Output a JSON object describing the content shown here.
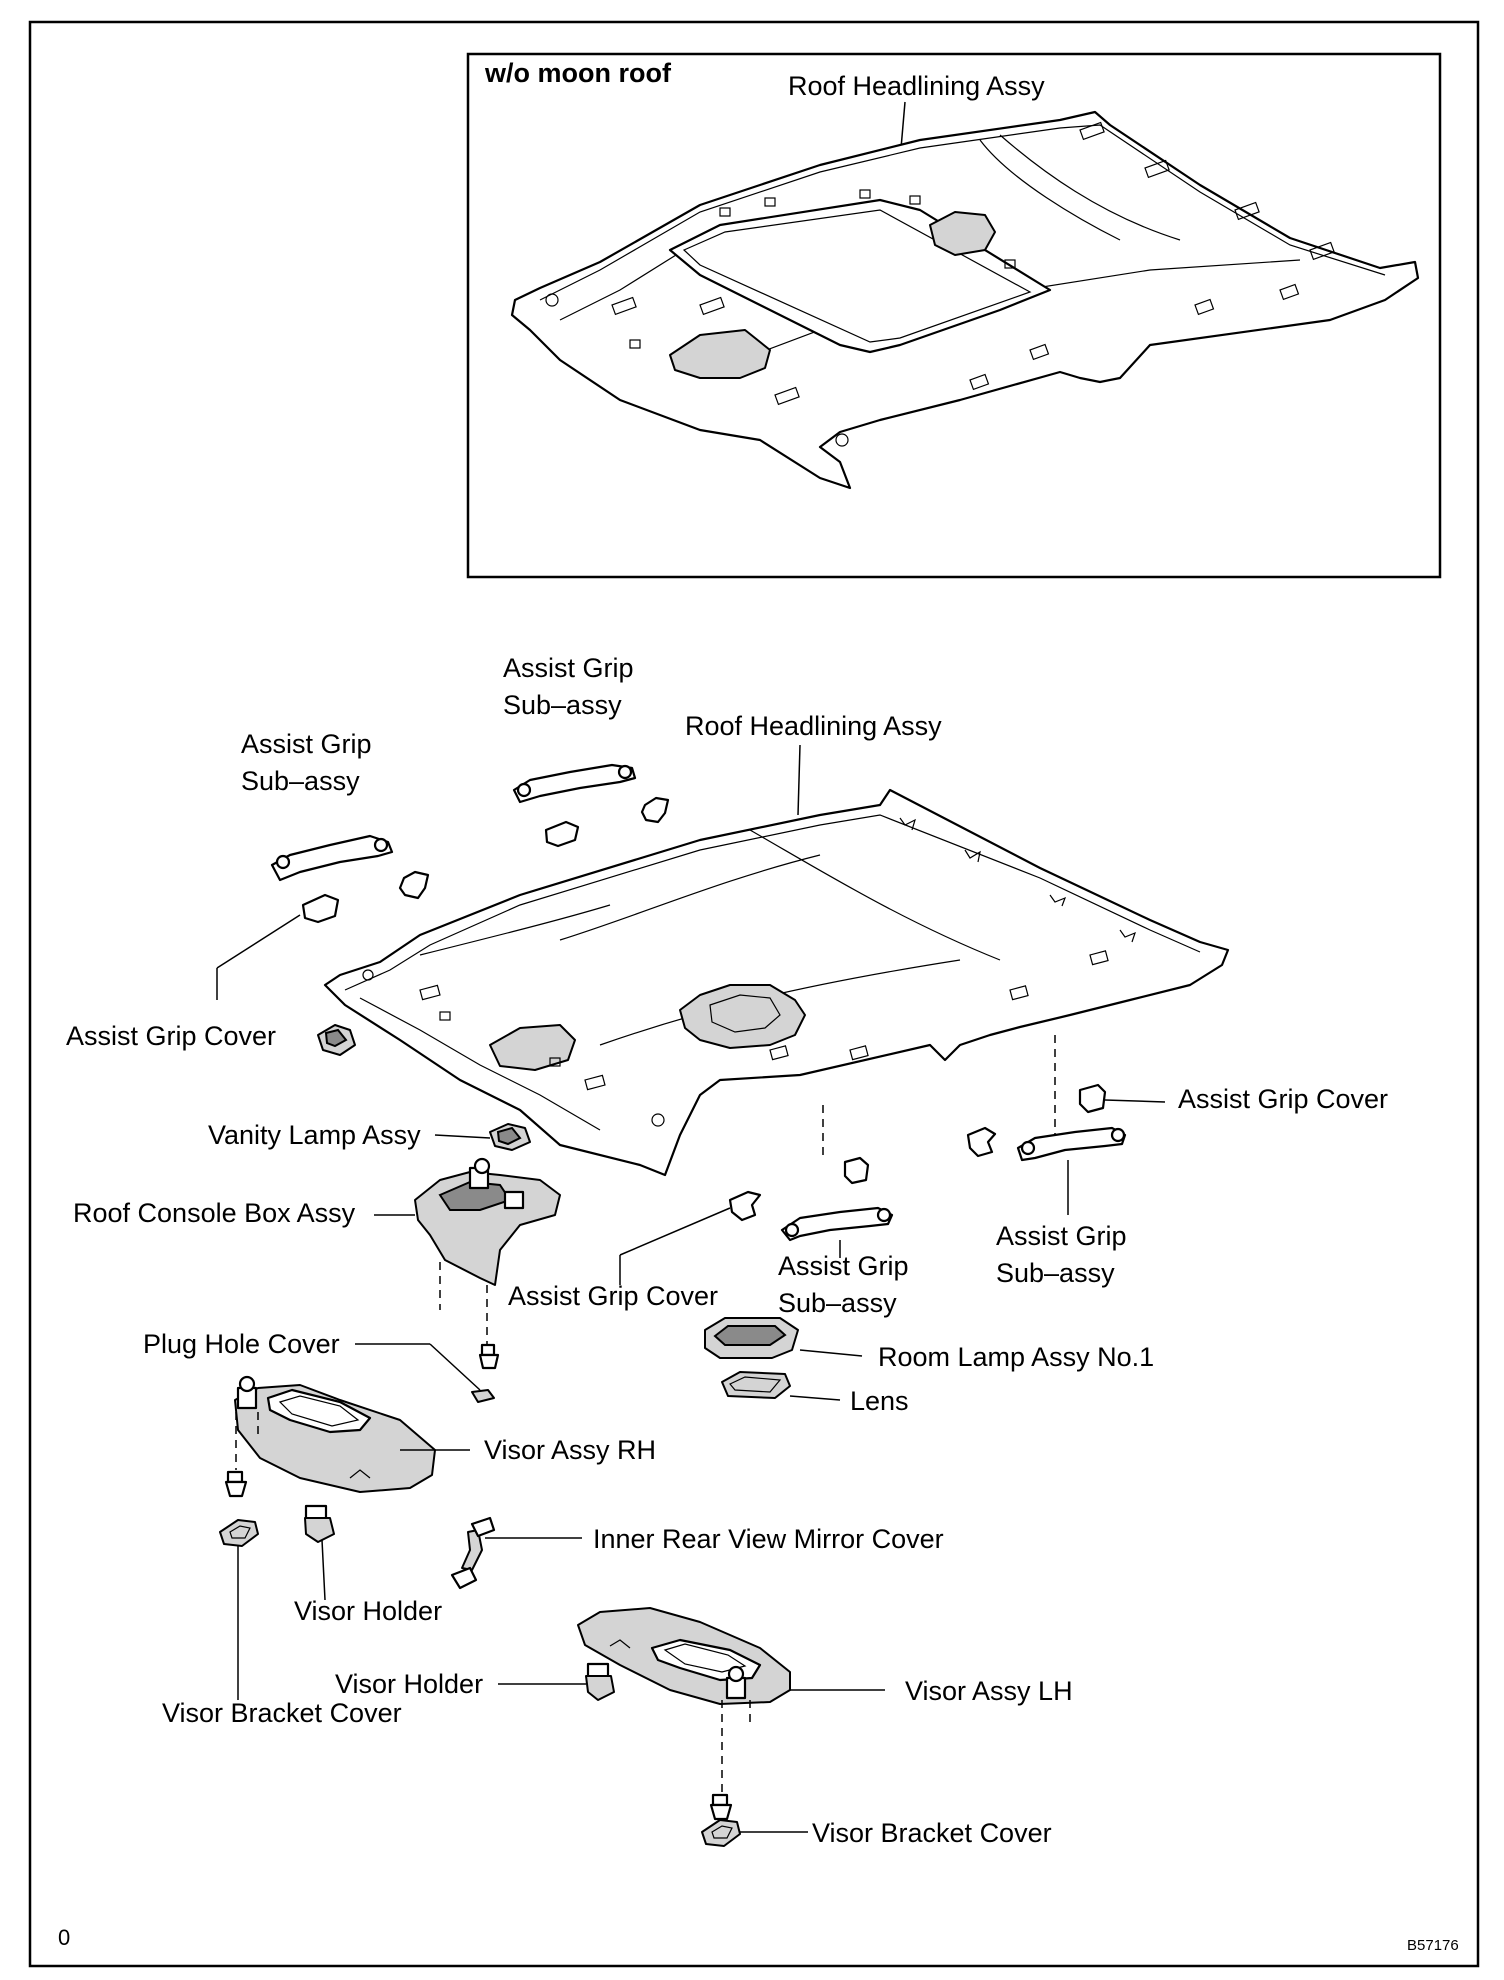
{
  "inset": {
    "title": "w/o moon roof",
    "label": "Roof Headlining Assy"
  },
  "labels": {
    "roof_headlining": "Roof Headlining Assy",
    "assist_grip_sub_left_1": "Assist Grip",
    "assist_grip_sub_left_2": "Sub–assy",
    "assist_grip_sub_mid_1": "Assist Grip",
    "assist_grip_sub_mid_2": "Sub–assy",
    "assist_grip_cover_left": "Assist Grip Cover",
    "vanity_lamp": "Vanity Lamp Assy",
    "roof_console": "Roof Console Box Assy",
    "assist_grip_cover_right": "Assist Grip Cover",
    "assist_grip_sub_right_1": "Assist Grip",
    "assist_grip_sub_right_2": "Sub–assy",
    "assist_grip_cover_center": "Assist Grip Cover",
    "assist_grip_sub_center_1": "Assist Grip",
    "assist_grip_sub_center_2": "Sub–assy",
    "plug_hole_cover": "Plug Hole Cover",
    "room_lamp": "Room Lamp Assy No.1",
    "lens": "Lens",
    "visor_rh": "Visor Assy RH",
    "inner_mirror_cover": "Inner Rear View Mirror Cover",
    "visor_holder_1": "Visor Holder",
    "visor_holder_2": "Visor Holder",
    "visor_assy_lh": "Visor Assy LH",
    "visor_bracket_cover_left": "Visor Bracket Cover",
    "visor_bracket_cover_right": "Visor Bracket Cover"
  },
  "footer": {
    "left": "0",
    "code": "B57176"
  }
}
